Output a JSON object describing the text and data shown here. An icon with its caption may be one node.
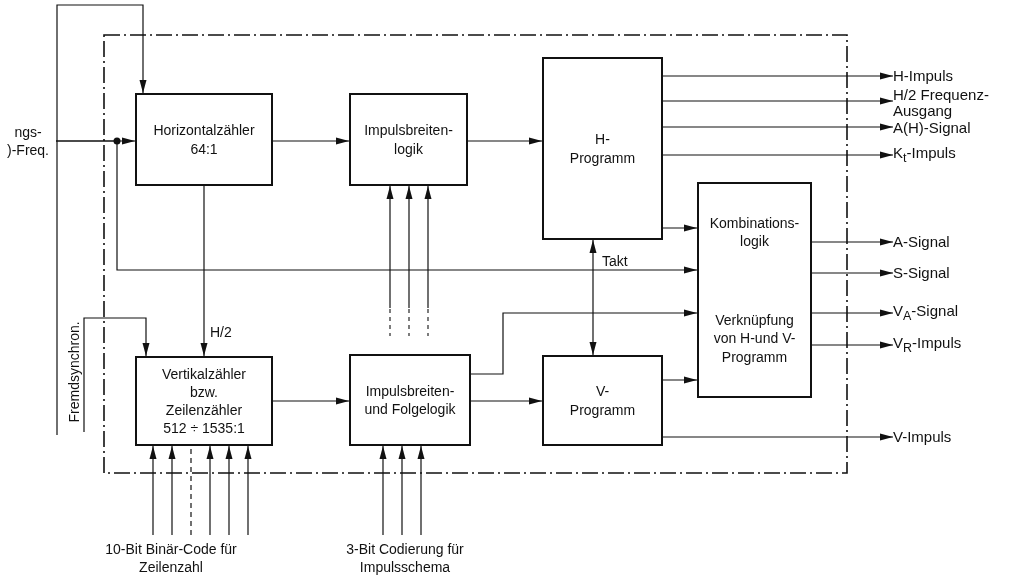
{
  "diagram": {
    "nodes": [
      {
        "text": [
          "Horizontalzähler",
          "64:1"
        ]
      },
      {
        "text": [
          "Impulsbreiten- logik"
        ]
      },
      {
        "text": [
          "H- Programm"
        ]
      },
      {
        "text": [
          "Kombinations- logik",
          "Verknüpfung von H-und V- Programm"
        ]
      },
      {
        "text": [
          "Vertikalzähler bzw. Zeilenzähler 512 ÷ 1535:1"
        ]
      },
      {
        "text": [
          "Impulsbreiten- und Folgelogik"
        ]
      },
      {
        "text": [
          "V- Programm"
        ]
      },
      {
        "text": [
          "ngs- )-Freq."
        ]
      },
      {
        "text": [
          "10-Bit Binär-Code für Zeilenzahl"
        ]
      },
      {
        "text": [
          "3-Bit Codierung für Impulsschema"
        ]
      },
      {
        "text": [
          "H-Impuls"
        ]
      },
      {
        "text": [
          "H/2 Frequenz- Ausgang"
        ]
      },
      {
        "text": [
          "A(H)-Signal"
        ]
      },
      {
        "text": [
          "K$_{t}$-Impuls"
        ]
      },
      {
        "text": [
          "A-Signal"
        ]
      },
      {
        "text": [
          "S-Signal"
        ]
      },
      {
        "text": [
          "V$_{A}$-Signal"
        ]
      },
      {
        "text": [
          "V$_{R}$-Impuls"
        ]
      },
      {
        "text": [
          "V-Impuls"
        ]
      }
    ],
    "edges": [
      {
        "from": 7,
        "to": 0,
        "arrow": "to"
      },
      {
        "from": 7,
        "to": 3,
        "arrow": "to"
      },
      {
        "from": null,
        "to": 0,
        "arrow": "to"
      },
      {
        "from": null,
        "to": 4,
        "arrow": "to",
        "label": "Fremdsynchron."
      },
      {
        "from": 0,
        "to": 1,
        "arrow": "to"
      },
      {
        "from": 0,
        "to": 4,
        "arrow": "to",
        "label": "H/2"
      },
      {
        "from": 1,
        "to": 2,
        "arrow": "to"
      },
      {
        "from": 4,
        "to": 5,
        "arrow": "to"
      },
      {
        "from": 5,
        "to": 6,
        "arrow": "to"
      },
      {
        "from": 5,
        "to": 3,
        "arrow": "to"
      },
      {
        "from": 2,
        "to": 6,
        "arrow": "both",
        "label": "Takt"
      },
      {
        "from": 2,
        "to": 3,
        "arrow": "to"
      },
      {
        "from": 6,
        "to": 3,
        "arrow": "to"
      },
      {
        "from": 2,
        "to": 10,
        "arrow": "to"
      },
      {
        "from": 2,
        "to": 11,
        "arrow": "to"
      },
      {
        "from": 2,
        "to": 12,
        "arrow": "to"
      },
      {
        "from": 2,
        "to": 13,
        "arrow": "to"
      },
      {
        "from": 3,
        "to": 14,
        "arrow": "to"
      },
      {
        "from": 3,
        "to": 15,
        "arrow": "to"
      },
      {
        "from": 3,
        "to": 16,
        "arrow": "to"
      },
      {
        "from": 3,
        "to": 17,
        "arrow": "to"
      },
      {
        "from": 6,
        "to": 18,
        "arrow": "to"
      },
      {
        "from": 8,
        "to": 4,
        "arrow": "to"
      },
      {
        "from": 8,
        "to": 4,
        "arrow": "to"
      },
      {
        "from": 8,
        "to": 4,
        "arrow": "none",
        "style": "dashed"
      },
      {
        "from": 8,
        "to": 4,
        "arrow": "to"
      },
      {
        "from": 8,
        "to": 4,
        "arrow": "to"
      },
      {
        "from": 8,
        "to": 4,
        "arrow": "to"
      },
      {
        "from": 9,
        "to": 5,
        "arrow": "to"
      },
      {
        "from": 9,
        "to": 5,
        "arrow": "to"
      },
      {
        "from": 9,
        "to": 5,
        "arrow": "to"
      },
      {
        "from": null,
        "to": 1,
        "arrow": "to"
      },
      {
        "from": null,
        "to": 1,
        "arrow": "to"
      },
      {
        "from": null,
        "to": 1,
        "arrow": "to"
      }
    ]
  }
}
